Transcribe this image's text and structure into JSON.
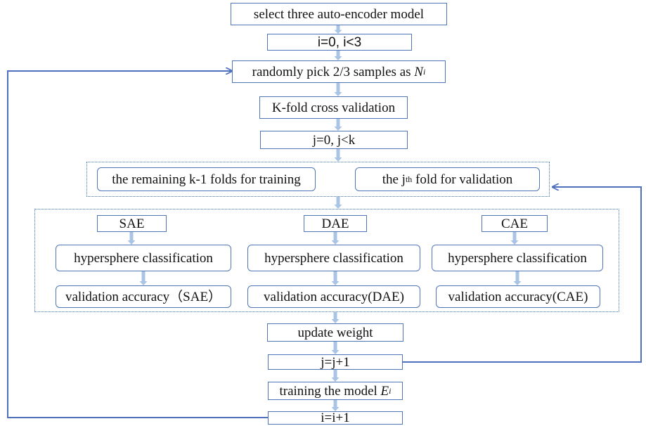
{
  "nodes": {
    "select_models": "select three auto-encoder model",
    "i_init": "i=0, i<3",
    "random_pick_prefix": "randomly pick 2/3 samples as ",
    "random_pick_var": "N",
    "random_pick_sub": "i",
    "kfold": "K-fold cross validation",
    "j_init": "j=0, j<k",
    "remaining_folds": "the remaining k-1 folds for training",
    "jth_fold_prefix": "the j",
    "jth_fold_sub": "th",
    "jth_fold_suffix": " fold for validation",
    "sae": "SAE",
    "dae": "DAE",
    "cae": "CAE",
    "hyper_sae": "hypersphere classification",
    "hyper_dae": "hypersphere classification",
    "hyper_cae": "hypersphere classification",
    "acc_sae": "validation accuracy（SAE）",
    "acc_dae": "validation accuracy(DAE)",
    "acc_cae": "validation accuracy(CAE)",
    "update_weight": "update weight",
    "j_inc": "j=j+1",
    "train_model_prefix": "training the model ",
    "train_model_var": "E",
    "train_model_sub": "i",
    "i_inc": "i=i+1"
  },
  "colors": {
    "box_border": "#4f74b8",
    "arrow_down": "#a9c4e4",
    "loop_arrow": "#4f6fbf",
    "group_border": "#3b73b9"
  }
}
